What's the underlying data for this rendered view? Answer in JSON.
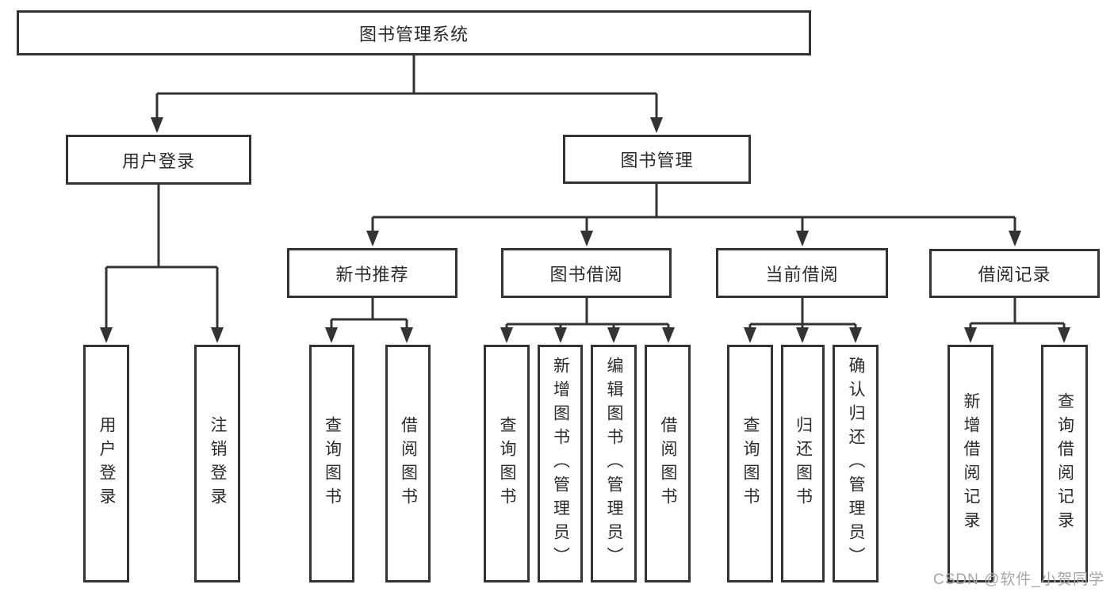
{
  "colors": {
    "line": "#333333",
    "box_border": "#333333",
    "text": "#2b2b2b",
    "watermark": "#a6a6a6",
    "background": "#ffffff"
  },
  "diagram": {
    "type": "hierarchy-tree",
    "root": {
      "label": "图书管理系统",
      "children": [
        {
          "label": "用户登录",
          "children": [
            {
              "label": "用户登录"
            },
            {
              "label": "注销登录"
            }
          ]
        },
        {
          "label": "图书管理",
          "children": [
            {
              "label": "新书推荐",
              "children": [
                {
                  "label": "查询图书"
                },
                {
                  "label": "借阅图书"
                }
              ]
            },
            {
              "label": "图书借阅",
              "children": [
                {
                  "label": "查询图书"
                },
                {
                  "label": "新增图书（管理员）"
                },
                {
                  "label": "编辑图书（管理员）"
                },
                {
                  "label": "借阅图书"
                }
              ]
            },
            {
              "label": "当前借阅",
              "children": [
                {
                  "label": "查询图书"
                },
                {
                  "label": "归还图书"
                },
                {
                  "label": "确认归还（管理员）"
                }
              ]
            },
            {
              "label": "借阅记录",
              "children": [
                {
                  "label": "新增借阅记录"
                },
                {
                  "label": "查询借阅记录"
                }
              ]
            }
          ]
        }
      ]
    }
  },
  "watermark": {
    "text": "CSDN @软件_小贺同学"
  }
}
